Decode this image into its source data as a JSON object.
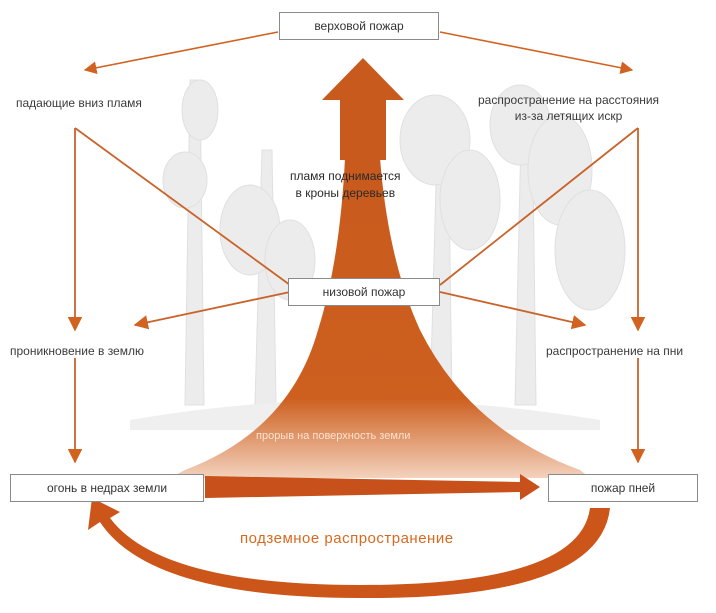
{
  "nodes": {
    "crown_fire": "верховой пожар",
    "ground_fire": "низовой пожар",
    "earth_fire": "огонь в недрах земли",
    "stump_fire": "пожар пней"
  },
  "labels": {
    "falling_fire": "падающие вниз пламя",
    "distance_spread": "распространение на расстояния\nиз-за летящих искр",
    "flame_rises": "пламя поднимается\nв кроны деревьев",
    "penetration": "проникновение в землю",
    "spread_stumps": "распространение на пни",
    "breakthrough": "прорыв на поверхность земли",
    "underground_spread": "подземное распространение"
  },
  "colors": {
    "accent": "#d2621f",
    "accent_dark": "#b8501a",
    "box_border": "#8a8a8a",
    "tree_bg": "#e6e6e6"
  }
}
